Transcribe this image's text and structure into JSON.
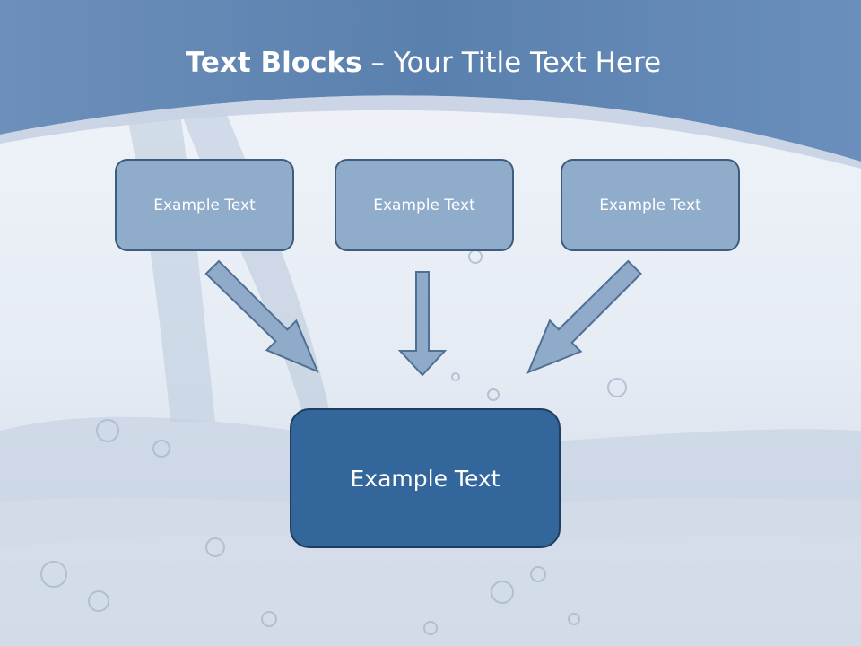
{
  "slide": {
    "title_bold": "Text Blocks",
    "title_dash": " – ",
    "title_rest": "Your Title Text Here"
  },
  "blocks": [
    {
      "label": "Example Text"
    },
    {
      "label": "Example Text"
    },
    {
      "label": "Example Text"
    }
  ],
  "target_block": {
    "label": "Example Text"
  },
  "colors": {
    "banner": "#5f86b4",
    "small_fill": "#8facca",
    "small_border": "#3e5d7e",
    "big_fill": "#33669a",
    "big_border": "#1f3e5f",
    "arrow_fill": "#8fabc9",
    "arrow_stroke": "#4f6f93"
  }
}
